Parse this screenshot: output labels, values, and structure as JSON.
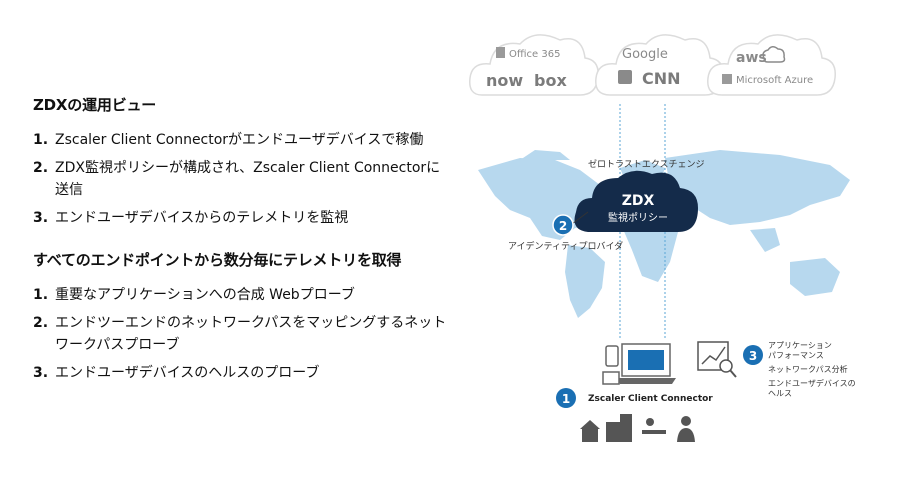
{
  "section1": {
    "title": "ZDXの運用ビュー",
    "steps": [
      {
        "num": "1.",
        "text": "Zscaler Client Connectorがエンドユーザデバイスで稼働"
      },
      {
        "num": "2.",
        "text": "ZDX監視ポリシーが構成され、Zscaler Client Connectorに送信"
      },
      {
        "num": "3.",
        "text": "エンドユーザデバイスからのテレメトリを監視"
      }
    ]
  },
  "section2": {
    "title": "すべてのエンドポイントから数分毎にテレメトリを取得",
    "steps": [
      {
        "num": "1.",
        "text": "重要なアプリケーションへの合成 Webプローブ"
      },
      {
        "num": "2.",
        "text": "エンドツーエンドのネットワークパスをマッピングするネットワークパスプローブ"
      },
      {
        "num": "3.",
        "text": "エンドユーザデバイスのヘルスのプローブ"
      }
    ]
  },
  "diagram": {
    "cloud_left": {
      "line1a": "Office 365",
      "line2a": "now",
      "line2b": "box"
    },
    "cloud_mid": {
      "line1": "Google",
      "line2": "CNN"
    },
    "cloud_right": {
      "line1": "aws",
      "line2": "Microsoft Azure"
    },
    "exchange_label": "ゼロトラストエクスチェンジ",
    "zdx_title": "ZDX",
    "zdx_subtitle": "監視ポリシー",
    "idp_label": "アイデンティティプロバイダ",
    "badge1": "1",
    "badge2": "2",
    "badge3": "3",
    "connector_label": "Zscaler Client Connector",
    "probe_lines": [
      "アプリケーション",
      "パフォーマンス",
      "ネットワークパス分析",
      "エンドユーザデバイスの",
      "ヘルス"
    ]
  },
  "colors": {
    "accent": "#1a6fb3",
    "cloud_dark": "#142b4a",
    "map": "#b7d8ee"
  }
}
